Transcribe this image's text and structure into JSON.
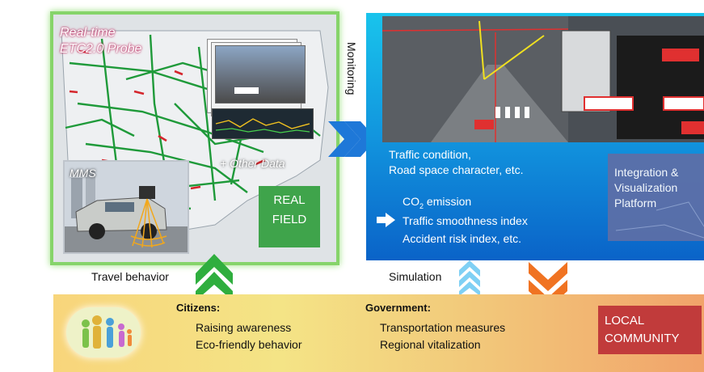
{
  "left_panel": {
    "title_line1": "Real-time",
    "title_line2": "ETC2.0 Probe",
    "other_data": "+ Other Data",
    "mms_label": "MMS",
    "real_field_line1": "REAL",
    "real_field_line2": "FIELD"
  },
  "right_panel": {
    "traffic_line1": "Traffic condition,",
    "traffic_line2": "Road space character, etc.",
    "co2_prefix": "CO",
    "co2_sub": "2",
    "co2_suffix": " emission",
    "smoothness": "Traffic smoothness index",
    "accident": "Accident risk index, etc.",
    "integration_line1": "Integration &",
    "integration_line2": "Visualization",
    "integration_line3": "Platform"
  },
  "arrows": {
    "monitoring": "Monitoring",
    "travel_behavior": "Travel behavior",
    "simulation": "Simulation"
  },
  "community": {
    "citizens_heading": "Citizens:",
    "citizens_items": [
      "Raising awareness",
      "Eco-friendly behavior"
    ],
    "government_heading": "Government:",
    "government_items": [
      "Transportation measures",
      "Regional vitalization"
    ],
    "local_line1": "LOCAL",
    "local_line2": "COMMUNITY"
  },
  "colors": {
    "field_border": "#86d46a",
    "real_field": "#3fa44b",
    "monitor_chevrons": "#1e78d8",
    "up_chevrons": "#2fae3e",
    "sim_chevrons": "#7fd0f4",
    "down_chevrons": "#f07322",
    "local_community": "#c13b3b"
  }
}
